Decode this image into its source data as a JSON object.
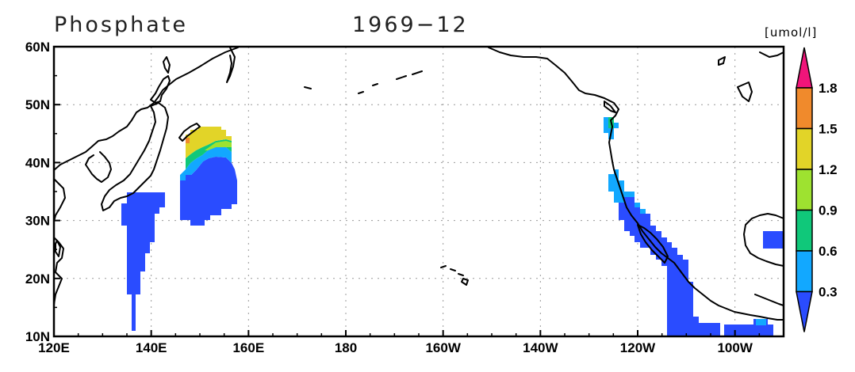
{
  "title": {
    "variable": "Phosphate",
    "date": "1969−12"
  },
  "units": "[umol/l]",
  "map": {
    "lon_range": [
      120,
      270
    ],
    "lat_range": [
      10,
      60
    ],
    "lon_ticks": [
      {
        "lon": 120,
        "label": "120E"
      },
      {
        "lon": 140,
        "label": "140E"
      },
      {
        "lon": 160,
        "label": "160E"
      },
      {
        "lon": 180,
        "label": "180"
      },
      {
        "lon": 200,
        "label": "160W"
      },
      {
        "lon": 220,
        "label": "140W"
      },
      {
        "lon": 240,
        "label": "120W"
      },
      {
        "lon": 260,
        "label": "100W"
      }
    ],
    "lat_ticks": [
      {
        "lat": 10,
        "label": "10N"
      },
      {
        "lat": 20,
        "label": "20N"
      },
      {
        "lat": 30,
        "label": "30N"
      },
      {
        "lat": 40,
        "label": "40N"
      },
      {
        "lat": 50,
        "label": "50N"
      },
      {
        "lat": 60,
        "label": "60N"
      }
    ],
    "grid": true
  },
  "colorbar": {
    "levels": [
      "0.3",
      "0.6",
      "0.9",
      "1.2",
      "1.5",
      "1.8"
    ],
    "colors": [
      "#2a4cff",
      "#12a8ff",
      "#10c87a",
      "#9ee230",
      "#e2d428",
      "#f08a2c",
      "#f0157a"
    ],
    "placement": "right"
  },
  "chart_data": {
    "type": "heatmap",
    "note_units": "umol/l",
    "regions": [
      {
        "name_hint": "",
        "lon": [
          135.5,
          140.5
        ],
        "lat": [
          11,
          34.5
        ],
        "value_class": 0
      },
      {
        "name_hint": "",
        "lon": [
          140,
          142.5
        ],
        "lat": [
          31,
          34.5
        ],
        "value_class": 0
      },
      {
        "name_hint": "",
        "lon": [
          147.5,
          156
        ],
        "lat": [
          29,
          36
        ],
        "value_class": 0
      },
      {
        "name_hint": "",
        "lon": [
          147.5,
          156
        ],
        "lat": [
          36,
          40
        ],
        "value_class": 1
      },
      {
        "name_hint": "",
        "lon": [
          148,
          155
        ],
        "lat": [
          40,
          42
        ],
        "value_class": 2
      },
      {
        "name_hint": "",
        "lon": [
          148,
          155
        ],
        "lat": [
          42,
          46
        ],
        "value_class": 4
      },
      {
        "name_hint": "",
        "lon": [
          147.5,
          148.5
        ],
        "lat": [
          43,
          44.5
        ],
        "value_class": 5
      },
      {
        "name_hint": "",
        "lon": [
          232,
          236
        ],
        "lat": [
          24,
          35
        ],
        "value_class": 0
      },
      {
        "name_hint": "",
        "lon": [
          232,
          235
        ],
        "lat": [
          33,
          39
        ],
        "value_class": 1
      },
      {
        "name_hint": "",
        "lon": [
          234,
          235
        ],
        "lat": [
          44,
          48
        ],
        "value_class": 2
      },
      {
        "name_hint": "",
        "lon": [
          246,
          252
        ],
        "lat": [
          10,
          22
        ],
        "value_class": 0
      },
      {
        "name_hint": "",
        "lon": [
          258,
          266
        ],
        "lat": [
          10,
          12
        ],
        "value_class": 0
      },
      {
        "name_hint": "",
        "lon": [
          265,
          270
        ],
        "lat": [
          25,
          28
        ],
        "value_class": 0
      }
    ]
  }
}
